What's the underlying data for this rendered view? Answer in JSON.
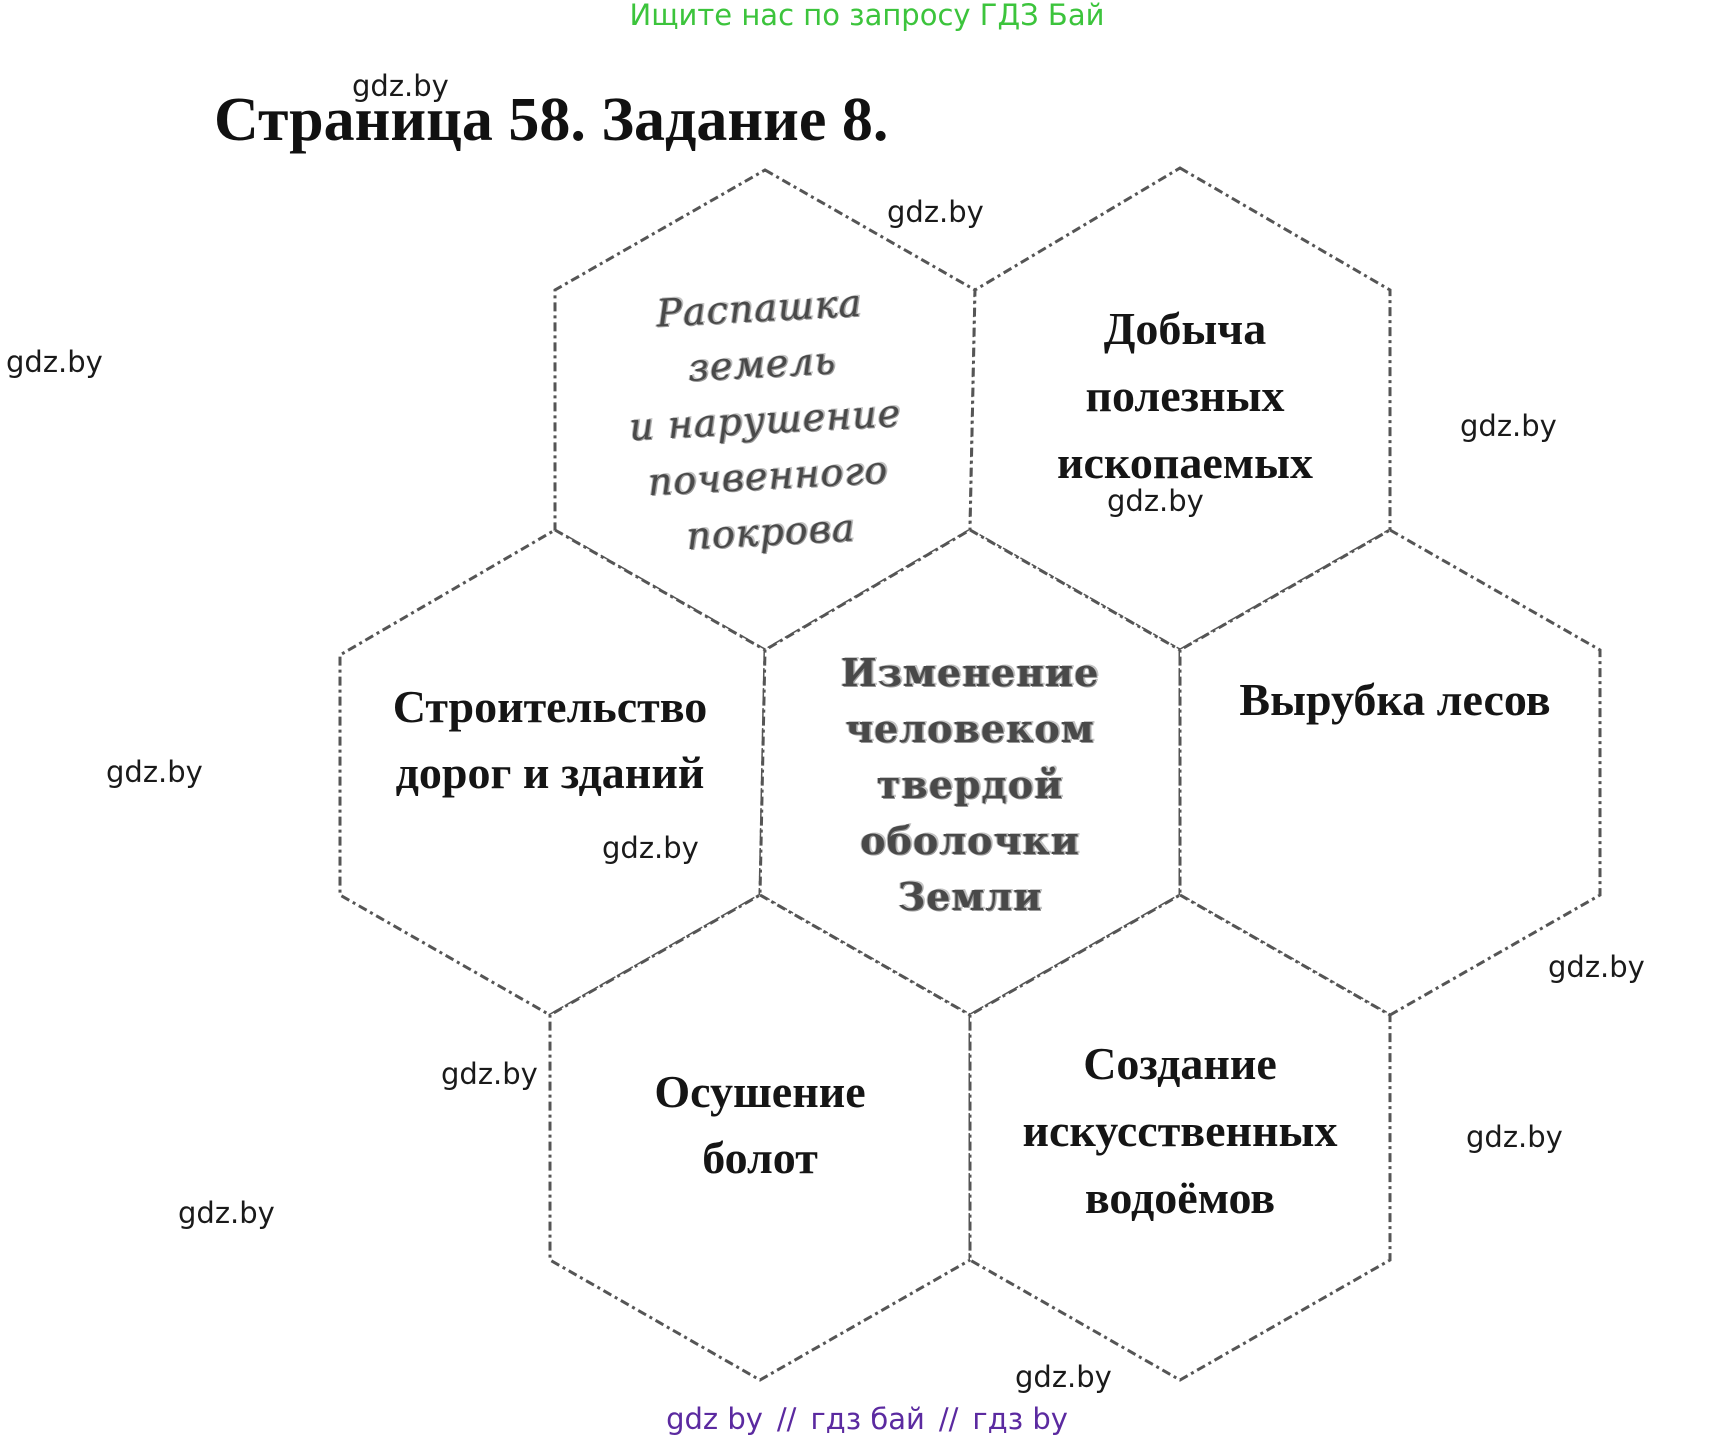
{
  "banner": "Ищите нас по запросу ГДЗ Бай",
  "title": "Страница 58. Задание 8.",
  "watermark": "gdz.by",
  "cells": {
    "top_left": "Распашка\nземель\nи нарушение\nпочвенного\nпокрова",
    "top_right": "Добыча\nполезных\nископаемых",
    "mid_left": "Строительство\nдорог и зданий",
    "center": "Изменение\nчеловеком\nтвердой\nоболочки\nЗемли",
    "mid_right": "Вырубка лесов",
    "bottom_left": "Осушение\nболот",
    "bottom_right": "Создание\nискусственных\nводоёмов"
  },
  "footer": {
    "link1": "gdz by",
    "separator": "//",
    "link2": "гдз бай",
    "link3": "гдз by"
  }
}
